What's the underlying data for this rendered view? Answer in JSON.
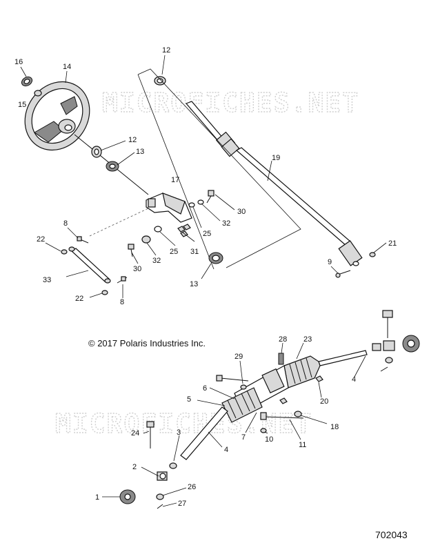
{
  "watermark": {
    "text": "MICROFICHES.NET"
  },
  "copyright": "© 2017 Polaris Industries Inc.",
  "document_number": "702043",
  "callouts": {
    "c12a": "12",
    "c16": "16",
    "c14": "14",
    "c15": "15",
    "c12b": "12",
    "c13a": "13",
    "c17": "17",
    "c19": "19",
    "c8a": "8",
    "c22a": "22",
    "c30a": "30",
    "c32a": "32",
    "c25a": "25",
    "c25b": "25",
    "c31": "31",
    "c30b": "30",
    "c32b": "32",
    "c21": "21",
    "c9": "9",
    "c33": "33",
    "c13b": "13",
    "c22b": "22",
    "c8b": "8",
    "c28": "28",
    "c23": "23",
    "c29": "29",
    "c6": "6",
    "c5": "5",
    "c4a": "4",
    "c20": "20",
    "c18": "18",
    "c7": "7",
    "c10": "10",
    "c11": "11",
    "c24": "24",
    "c3": "3",
    "c4b": "4",
    "c2": "2",
    "c26": "26",
    "c1": "1",
    "c27": "27"
  }
}
